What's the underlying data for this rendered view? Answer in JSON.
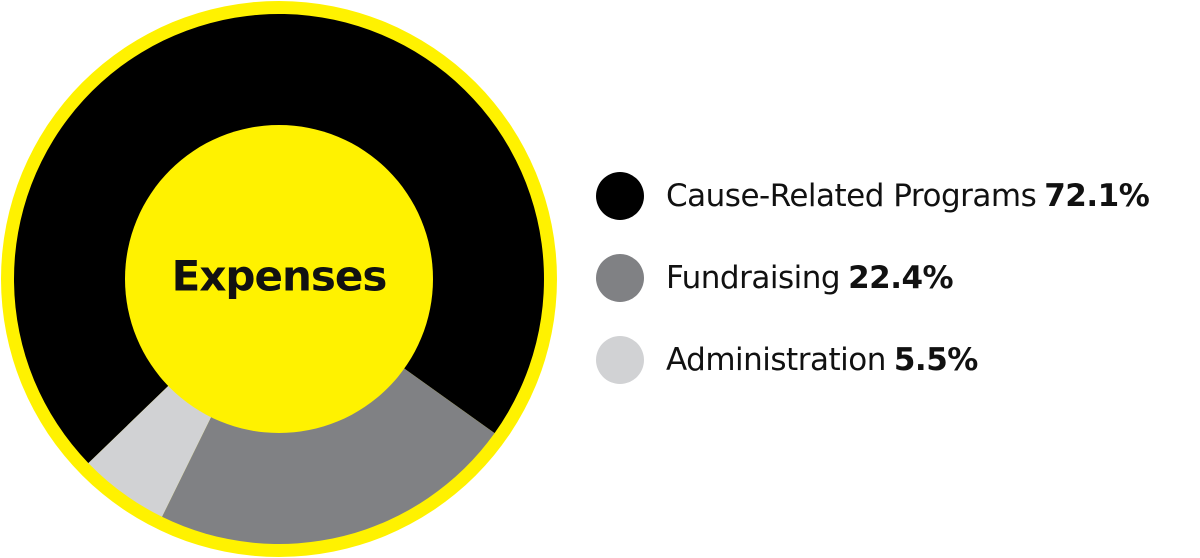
{
  "chart_data": {
    "type": "pie",
    "title": "Expenses",
    "categories": [
      "Cause-Related Programs",
      "Fundraising",
      "Administration"
    ],
    "values": [
      72.1,
      22.4,
      5.5
    ],
    "value_labels": [
      "72.1%",
      "22.4%",
      "5.5%"
    ],
    "unit": "%",
    "colors": [
      "#000000",
      "#808184",
      "#d1d2d4"
    ],
    "ring_color": "#fff200",
    "center_color": "#fff200",
    "legend_position": "right"
  }
}
